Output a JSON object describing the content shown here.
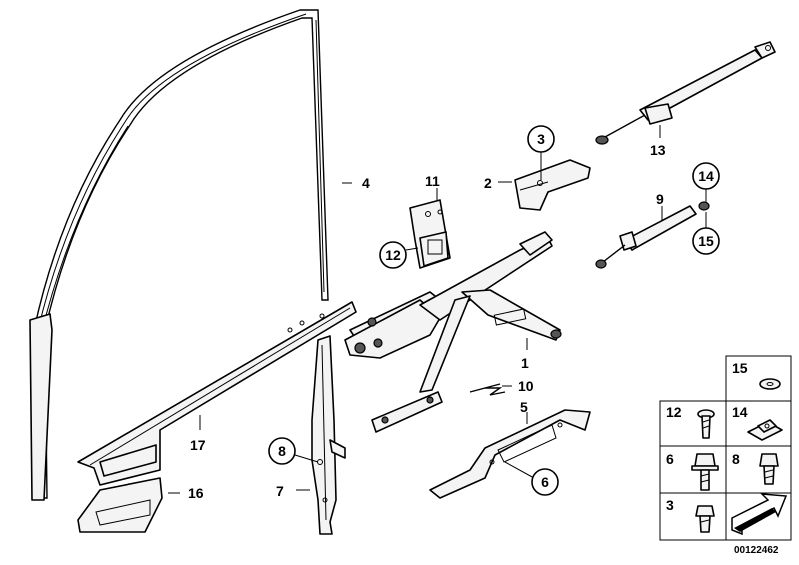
{
  "diagram": {
    "callouts": {
      "c1": "1",
      "c2": "2",
      "c3": "3",
      "c4": "4",
      "c5": "5",
      "c6": "6",
      "c7": "7",
      "c8": "8",
      "c9": "9",
      "c10": "10",
      "c11": "11",
      "c12": "12",
      "c13": "13",
      "c14": "14",
      "c15": "15",
      "c16": "16",
      "c17": "17"
    },
    "legend": {
      "l15": "15",
      "l12": "12",
      "l14": "14",
      "l6": "6",
      "l8": "8",
      "l3": "3"
    },
    "footer_code": "00122462"
  }
}
